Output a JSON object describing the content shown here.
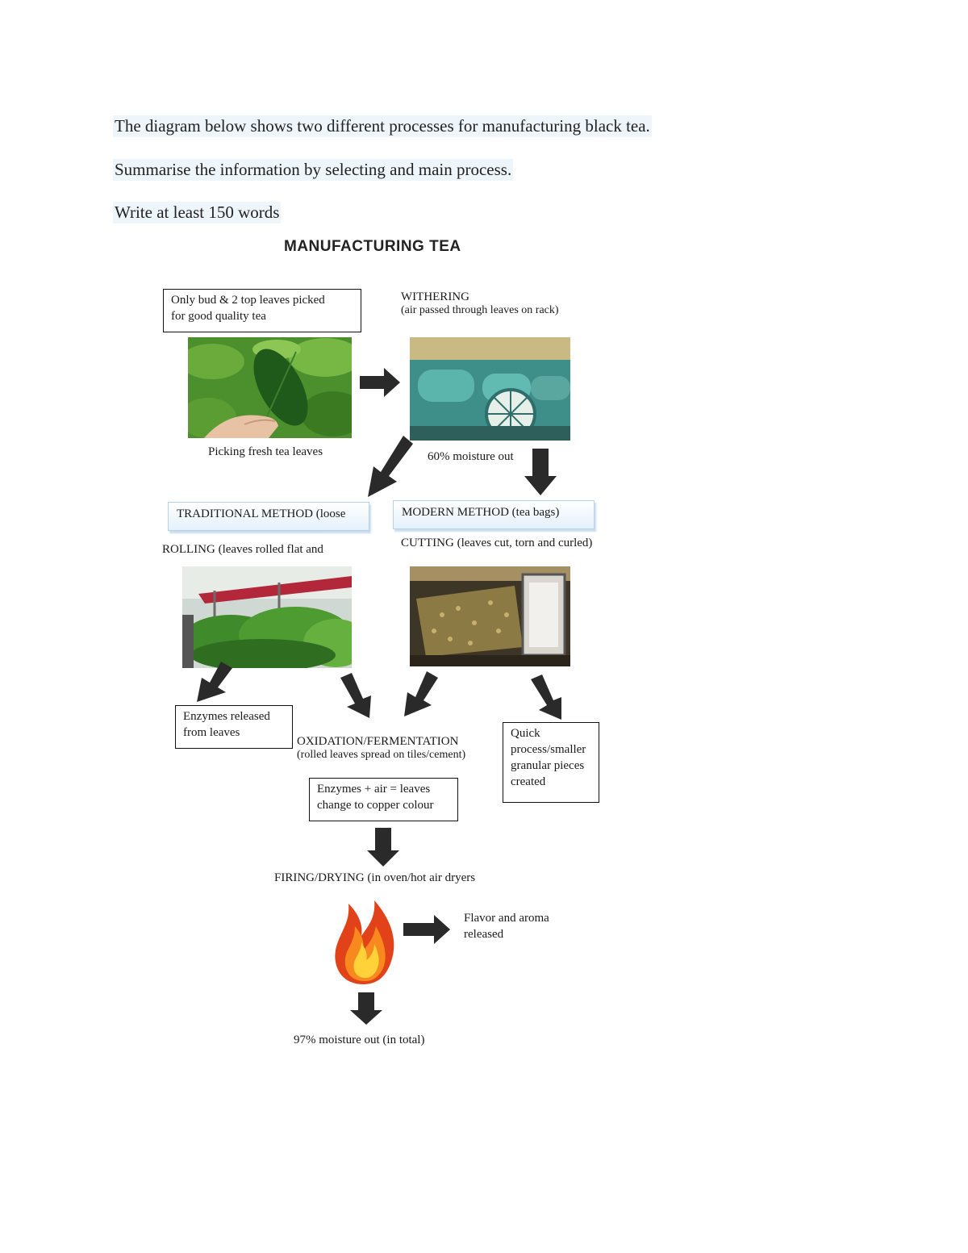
{
  "prompt": {
    "line1": "The diagram below shows two different processes for manufacturing black tea.",
    "line2": "Summarise the information by selecting and main process.",
    "line3": "Write at least 150 words"
  },
  "diagram": {
    "title": "MANUFACTURING TEA",
    "picking_note": [
      "Only bud & 2 top leaves picked",
      "for good quality tea"
    ],
    "picking_caption": "Picking fresh tea leaves",
    "withering_label": "WITHERING",
    "withering_detail": "(air passed through leaves on rack)",
    "withering_caption": "60% moisture out",
    "traditional_method": "TRADITIONAL METHOD (loose",
    "modern_method": "MODERN METHOD (tea bags)",
    "rolling_label": "ROLLING (leaves rolled flat and",
    "cutting_label": "CUTTING (leaves cut, torn and curled)",
    "enzymes_released": [
      "Enzymes released",
      "from leaves"
    ],
    "oxidation_label": "OXIDATION/FERMENTATION",
    "oxidation_detail": "(rolled leaves spread on tiles/cement)",
    "quick_process": [
      "Quick",
      "process/smaller",
      "granular pieces",
      "created"
    ],
    "enzymes_air": [
      "Enzymes + air = leaves",
      "change to copper colour"
    ],
    "firing_label": "FIRING/DRYING (in oven/hot air dryers",
    "flavor_note": [
      "Flavor and aroma",
      "released"
    ],
    "final_caption": "97% moisture out (in total)"
  },
  "colors": {
    "leaf_green": "#3f8a2a",
    "arrow_dark": "#2a2a2a",
    "method_tint": "#e4f1fb",
    "flame_orange": "#f26a1b",
    "flame_yellow": "#ffd23a"
  },
  "icons": [
    "tea-leaf-photo",
    "withering-fan-photo",
    "rolling-machine-photo",
    "cutting-machine-photo",
    "flame-icon",
    "arrow-icon"
  ]
}
